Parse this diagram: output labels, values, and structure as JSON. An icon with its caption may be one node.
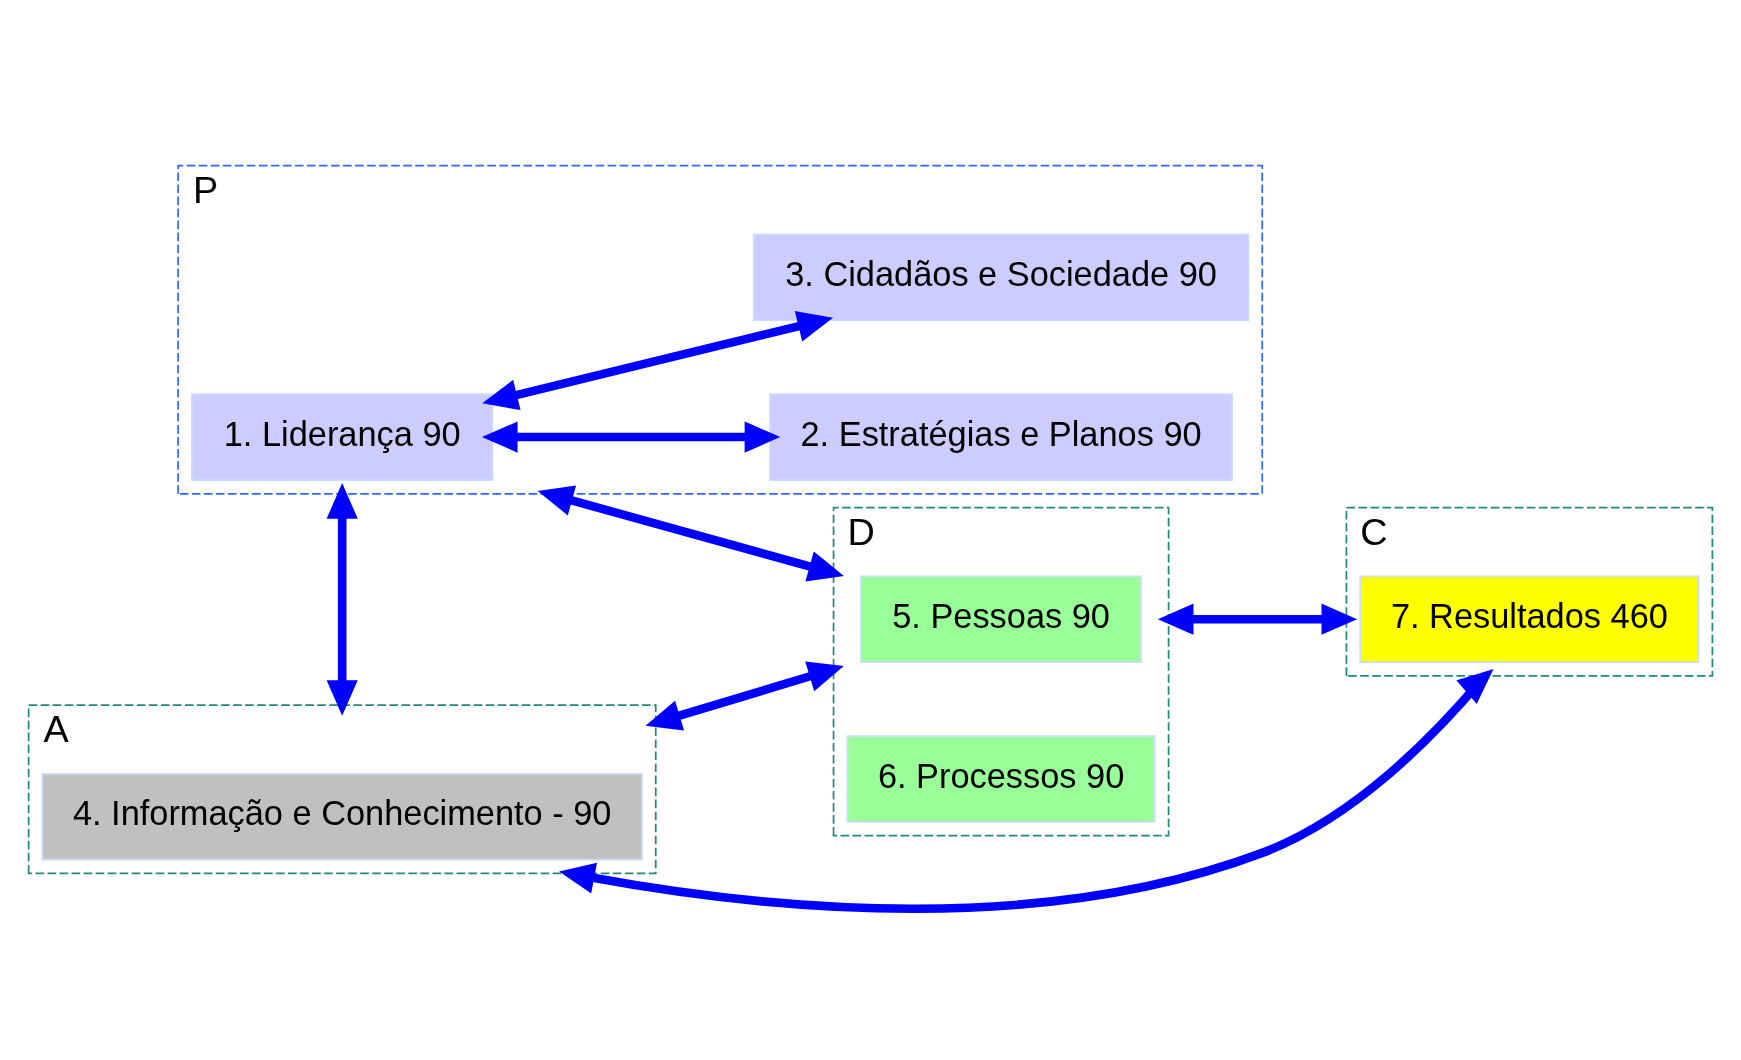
{
  "diagram": {
    "nodes": [
      {
        "text": [
          "P"
        ]
      },
      {
        "text": [
          "1. Liderança 90"
        ],
        "in": 0
      },
      {
        "text": [
          "2. Estratégias e Planos 90"
        ],
        "in": 0
      },
      {
        "text": [
          "3. Cidadãos e Sociedade 90"
        ],
        "in": 0
      },
      {
        "text": [
          "D"
        ]
      },
      {
        "text": [
          "5. Pessoas 90"
        ],
        "in": 4
      },
      {
        "text": [
          "6. Processos 90"
        ],
        "in": 4
      },
      {
        "text": [
          "C"
        ]
      },
      {
        "text": [
          "7. Resultados 460"
        ],
        "in": 7
      },
      {
        "text": [
          "A"
        ]
      },
      {
        "text": [
          "4. Informação e Conhecimento - 90"
        ],
        "in": 9
      }
    ],
    "edges": [
      {
        "from": 1,
        "to": 2,
        "arrow": "both"
      },
      {
        "from": 1,
        "to": 3,
        "arrow": "both"
      },
      {
        "from": 0,
        "to": 4,
        "arrow": "both"
      },
      {
        "from": 4,
        "to": 7,
        "arrow": "both"
      },
      {
        "from": 0,
        "to": 9,
        "arrow": "both"
      },
      {
        "from": 4,
        "to": 9,
        "arrow": "both"
      },
      {
        "from": 7,
        "to": 9,
        "arrow": "both"
      }
    ]
  }
}
